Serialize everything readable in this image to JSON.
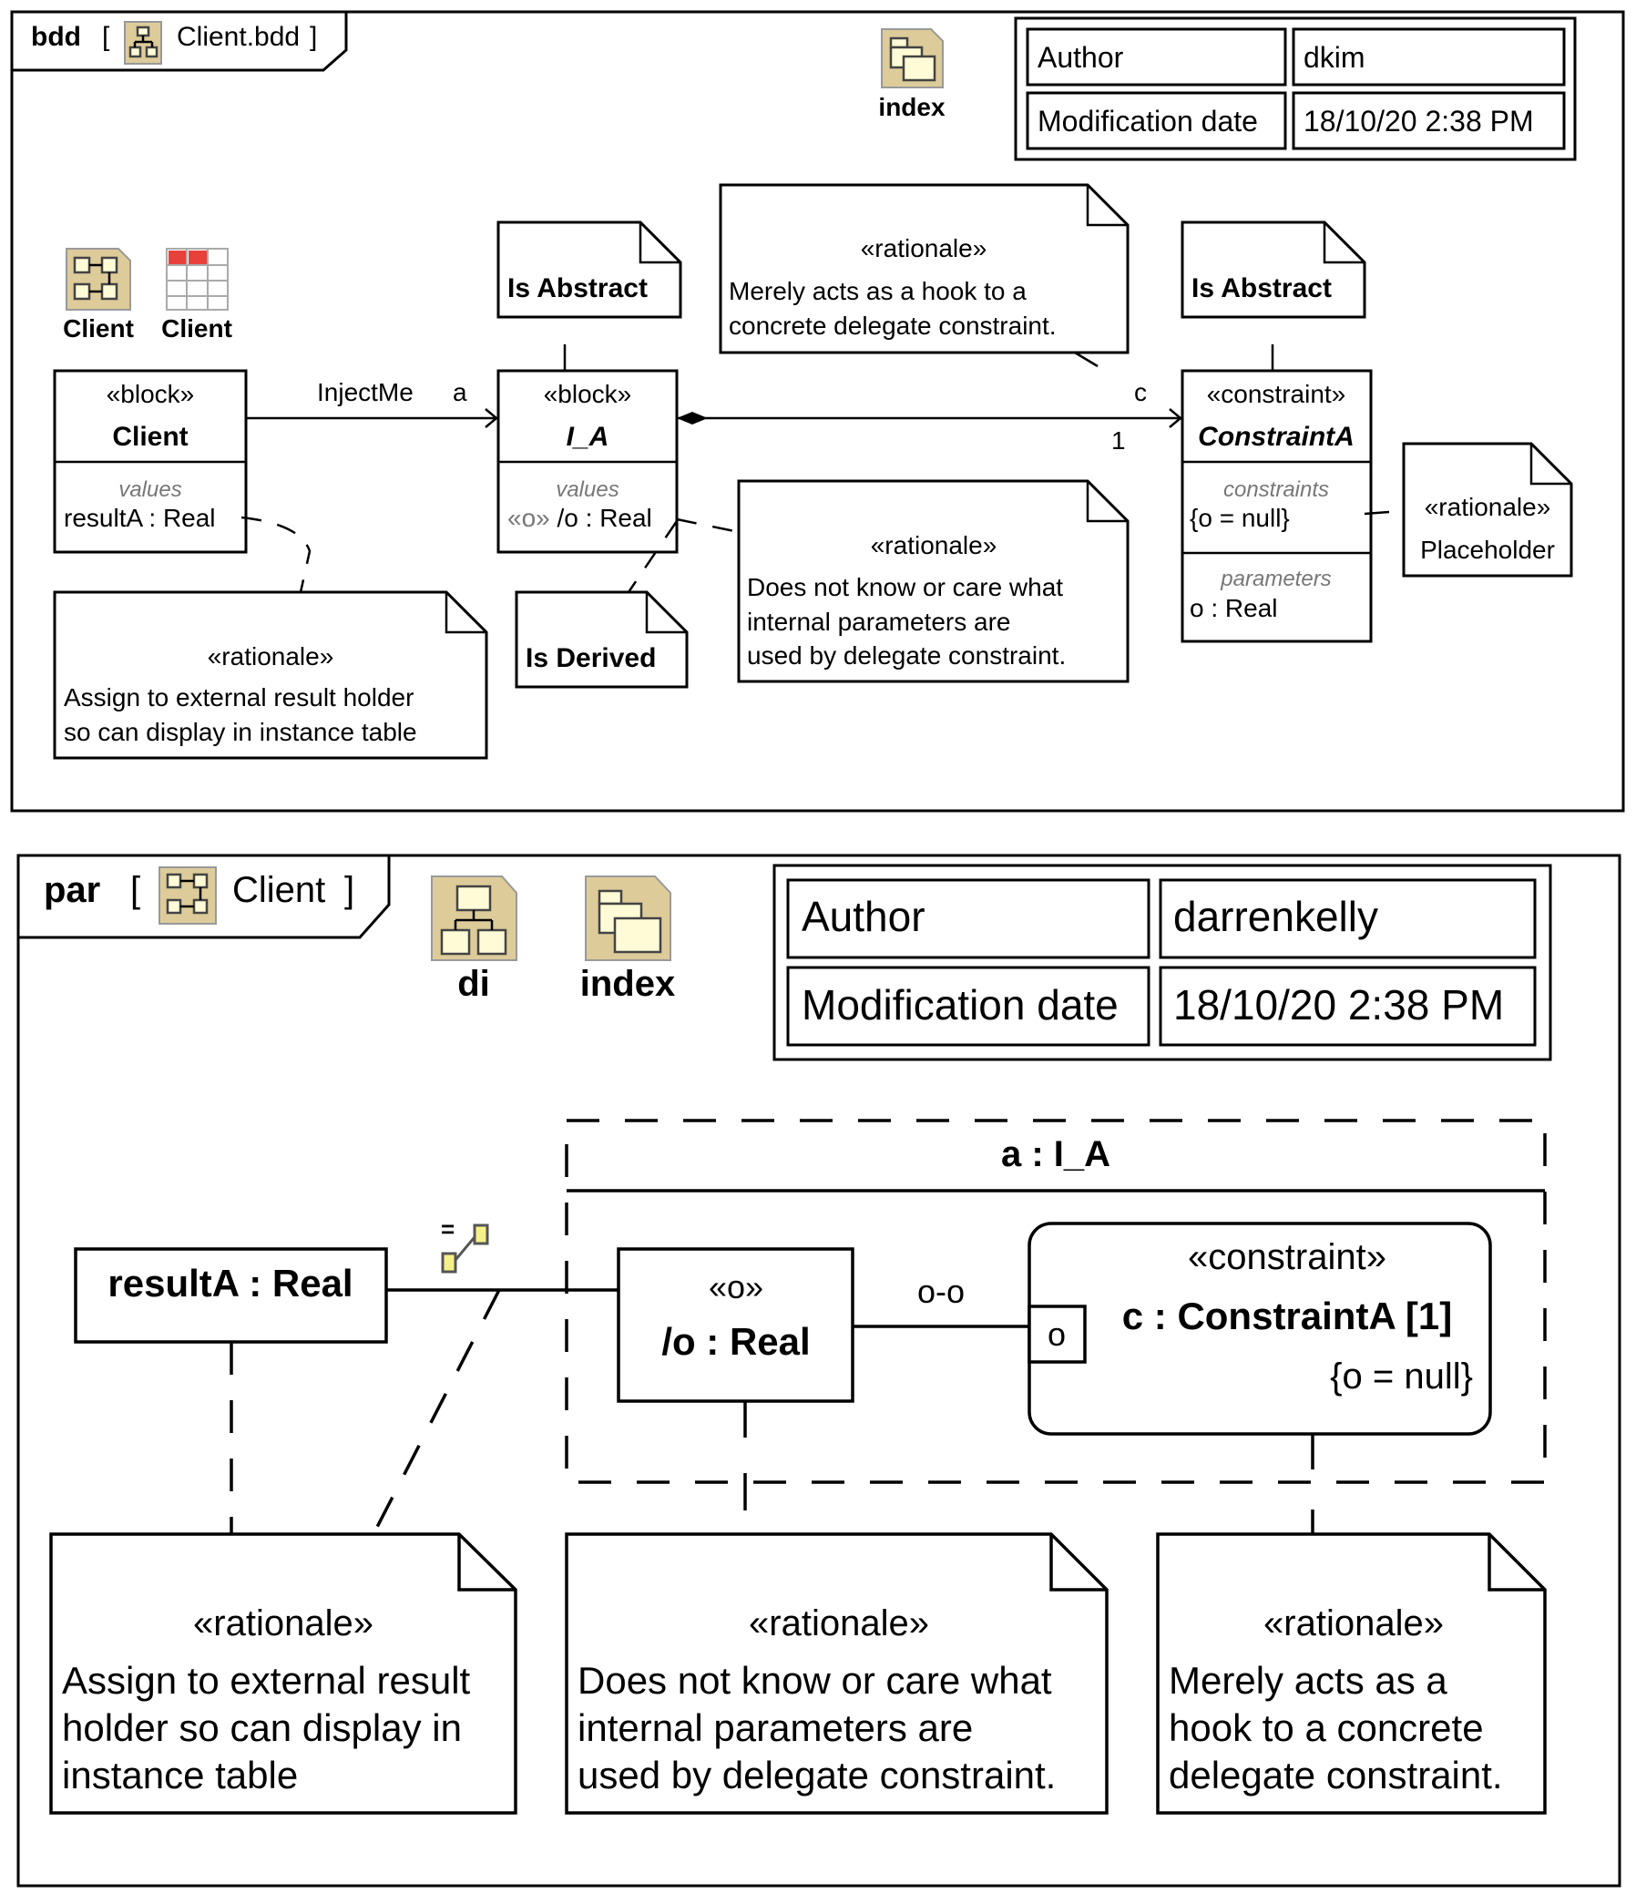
{
  "bdd": {
    "kind": "bdd",
    "name": "Client.bdd",
    "bracket_open": "[",
    "bracket_close": "]",
    "index_icon_label": "index",
    "client_diagram_icon_label": "Client",
    "client_table_icon_label": "Client",
    "info_table": [
      {
        "key": "Author",
        "value": "dkim"
      },
      {
        "key": "Modification date",
        "value": "18/10/20 2:38 PM"
      }
    ],
    "client_block": {
      "stereotype": "«block»",
      "name": "Client",
      "compartment": "values",
      "value": "resultA : Real"
    },
    "ia_block": {
      "stereotype": "«block»",
      "name": "I_A",
      "compartment": "values",
      "value_stereo": "«o»",
      "value": " /o : Real"
    },
    "constraint_block": {
      "stereotype": "«constraint»",
      "name": "ConstraintA",
      "comp1": "constraints",
      "comp1_value": "{o = null}",
      "comp2": "parameters",
      "comp2_value": "o : Real"
    },
    "assoc_label": "InjectMe",
    "assoc_role": "a",
    "composition_role": "c",
    "composition_mult": "1",
    "note_is_abstract_1": "Is Abstract",
    "note_is_abstract_2": "Is Abstract",
    "note_is_derived": "Is Derived",
    "note_hook": {
      "stereotype": "«rationale»",
      "lines": [
        "Merely acts as a hook to a",
        "concrete delegate constraint."
      ]
    },
    "note_placeholder": {
      "stereotype": "«rationale»",
      "lines": [
        "Placeholder"
      ]
    },
    "note_assign": {
      "stereotype": "«rationale»",
      "lines": [
        "Assign to external result holder",
        "so can display in instance table"
      ]
    },
    "note_doesnot": {
      "stereotype": "«rationale»",
      "lines": [
        "Does not know or care what",
        "internal parameters are",
        "used by delegate constraint."
      ]
    }
  },
  "par": {
    "kind": "par",
    "name": "Client",
    "bracket_open": "[",
    "bracket_close": "]",
    "di_icon_label": "di",
    "index_icon_label": "index",
    "info_table": [
      {
        "key": "Author",
        "value": "darrenkelly"
      },
      {
        "key": "Modification date",
        "value": "18/10/20 2:38 PM"
      }
    ],
    "part_label": "a : I_A",
    "result_property": "resultA : Real",
    "o_property": {
      "stereotype": "«o»",
      "name": "/o : Real"
    },
    "connector_label": "o-o",
    "constraint_property": {
      "stereotype": "«constraint»",
      "name": "c : ConstraintA [1]",
      "constraint": "{o = null}",
      "port": "o"
    },
    "binding_icon_symbol": "=",
    "note_assign": {
      "stereotype": "«rationale»",
      "lines": [
        "Assign to external result",
        "holder so can display in",
        "instance table"
      ]
    },
    "note_doesnot": {
      "stereotype": "«rationale»",
      "lines": [
        "Does not know or care what",
        "internal parameters are",
        "used by delegate constraint."
      ]
    },
    "note_hook": {
      "stereotype": "«rationale»",
      "lines": [
        "Merely acts as a",
        "hook to a concrete",
        "delegate constraint."
      ]
    }
  }
}
